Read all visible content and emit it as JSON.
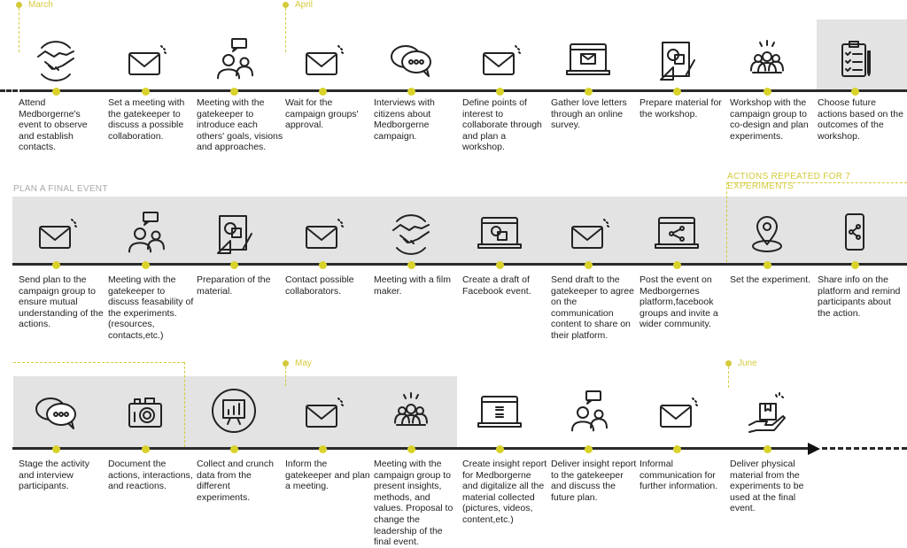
{
  "months": [
    "March",
    "April",
    "May",
    "June"
  ],
  "section_labels": {
    "plan_final_event": "PLAN A FINAL EVENT",
    "repeated": "ACTIONS REPEATED FOR 7 EXPERIMENTS"
  },
  "colors": {
    "accent": "#d9d22a",
    "month": "#d4ca3a",
    "band": "#e3e3e3",
    "line": "#2a2a2a",
    "section_gray": "#a9a9a9"
  },
  "rows": [
    {
      "steps": [
        {
          "icon": "handshake-icon",
          "text": "Attend Medborgerne's event to observe and establish contacts."
        },
        {
          "icon": "envelope-icon",
          "text": "Set a meeting with the gatekeeper to discuss a possible collaboration."
        },
        {
          "icon": "people-chat-icon",
          "text": "Meeting with the gatekeeper to introduce each others' goals, visions and approaches."
        },
        {
          "icon": "envelope-icon",
          "text": "Wait for the campaign groups' approval."
        },
        {
          "icon": "chat-bubbles-icon",
          "text": "Interviews with citizens about Medborgerne campaign."
        },
        {
          "icon": "envelope-icon",
          "text": "Define points of interest to collaborate through and plan a workshop."
        },
        {
          "icon": "laptop-envelope-icon",
          "text": "Gather love letters through an online survey."
        },
        {
          "icon": "design-tools-icon",
          "text": "Prepare material for the workshop."
        },
        {
          "icon": "group-icon",
          "text": "Workshop with the campaign group to co-design and plan experiments."
        },
        {
          "icon": "clipboard-checklist-icon",
          "text": "Choose future actions based on the outcomes of the workshop."
        }
      ]
    },
    {
      "steps": [
        {
          "icon": "envelope-icon",
          "text": "Send plan to the campaign group to ensure mutual understanding of the actions."
        },
        {
          "icon": "people-chat-icon",
          "text": "Meeting with the gatekeeper to discuss feasability of the experiments. (resources, contacts,etc.)"
        },
        {
          "icon": "design-tools-icon",
          "text": "Preparation of the material."
        },
        {
          "icon": "envelope-icon",
          "text": "Contact possible collaborators."
        },
        {
          "icon": "handshake-icon",
          "text": "Meeting with a film maker."
        },
        {
          "icon": "laptop-design-icon",
          "text": "Create a draft of Facebook event."
        },
        {
          "icon": "envelope-icon",
          "text": "Send draft to the gatekeeper to agree on the communication content to share on their platform."
        },
        {
          "icon": "laptop-share-icon",
          "text": "Post the event on Medborgernes platform,facebook groups and invite a wider community."
        },
        {
          "icon": "location-pin-icon",
          "text": "Set the experiment."
        },
        {
          "icon": "phone-share-icon",
          "text": "Share info on the platform and remind participants about the action."
        }
      ]
    },
    {
      "steps": [
        {
          "icon": "chat-bubbles-icon",
          "text": "Stage the activity and interview participants."
        },
        {
          "icon": "camera-icon",
          "text": "Document the actions, interactions, and reactions."
        },
        {
          "icon": "presentation-chart-icon",
          "text": "Collect and crunch data from the different experiments."
        },
        {
          "icon": "envelope-icon",
          "text": "Inform the gatekeeper and plan  a meeting."
        },
        {
          "icon": "group-icon",
          "text": "Meeting with the campaign group to present insights, methods, and values. Proposal to change the leadership of the final event."
        },
        {
          "icon": "laptop-report-icon",
          "text": "Create insight report for Medborgerne and digitalize all the material collected (pictures, videos, content,etc.)"
        },
        {
          "icon": "people-chat-icon",
          "text": "Deliver insight report to the gatekeeper and discuss the future plan."
        },
        {
          "icon": "envelope-icon",
          "text": "Informal communication for further information."
        },
        {
          "icon": "hand-package-icon",
          "text": "Deliver physical material from the experiments to be used at the final event."
        }
      ]
    }
  ]
}
